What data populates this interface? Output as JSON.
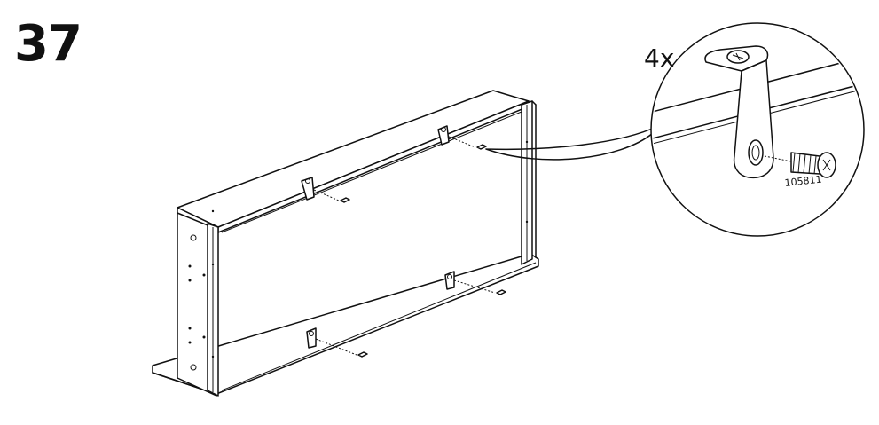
{
  "step": {
    "number": "37"
  },
  "detail": {
    "quantity": "4x",
    "part_number": "105811"
  },
  "colors": {
    "ink": "#111111",
    "paper": "#ffffff"
  },
  "icons": [
    "l-bracket-icon",
    "screw-icon"
  ]
}
